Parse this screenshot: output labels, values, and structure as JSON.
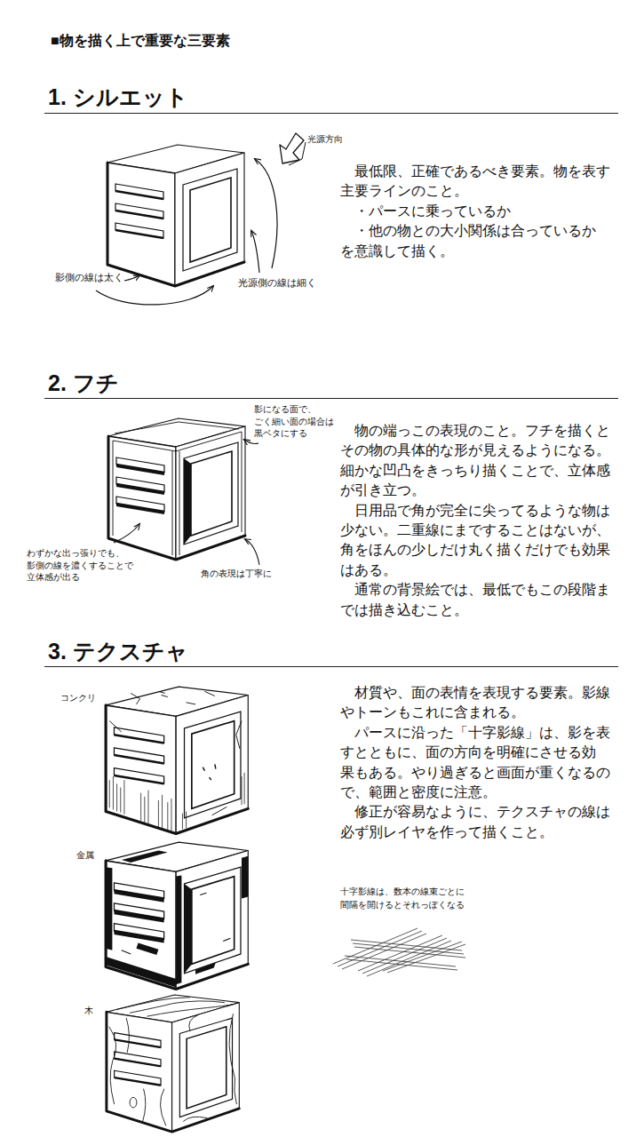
{
  "diagram": {
    "title": "■物を描く上で重要な三要素",
    "labels": [
      "1. シルエット",
      "光源方向",
      "影側の線は太く",
      "光源側の線は細く",
      "最低限、正確であるべき要素。物を表す 主要ラインのこと。",
      "・パースに乗っているか",
      "・他の物との大小関係は合っているか",
      "を意識して描く。",
      "2. フチ",
      "影になる面で、 ごく細い面の場合は 黒ベタにする",
      "わずかな出っ張りでも、 影側の線を濃くすることで 立体感が出る",
      "角の表現は丁寧に",
      "物の端っこの表現のこと。フチを描くと その物の具体的な形が見えるようになる。 細かな凹凸をきっちり描くことで、立体感 が引き立つ。",
      "日用品で角が完全に尖ってるような物は 少ない。二重線にまですることはないが、 角をほんの少しだけ丸く描くだけでも効果 はある。",
      "通常の背景絵では、最低でもこの段階ま では描き込むこと。",
      "3. テクスチャ",
      "コンクリ",
      "金属",
      "木",
      "材質や、面の表情を表現する要素。影線 やトーンもこれに含まれる。",
      "パースに沿った「十字影線」は、影を表 すとともに、面の方向を明確にさせる効 果もある。やり過ぎると画面が重くなるの で、範囲と密度に注意。",
      "修正が容易なように、テクスチャの線は 必ず別レイヤを作って描くこと。",
      "十字影線は、数本の線束ごとに 間隔を開けるとそれっぽくなる"
    ]
  }
}
